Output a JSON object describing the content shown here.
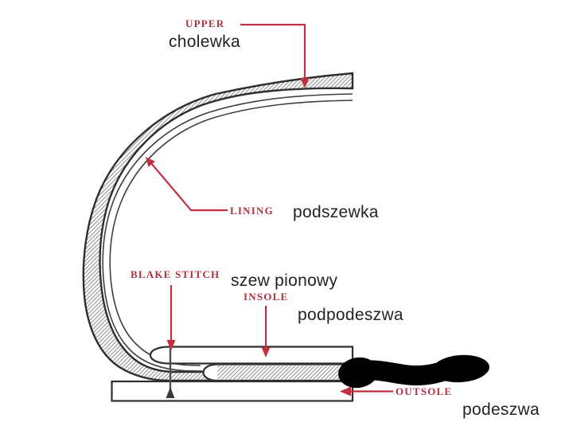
{
  "diagram": {
    "type": "shoe-construction-cross-section",
    "construction": "Blake stitch",
    "parts": {
      "upper": {
        "en": "UPPER",
        "pl": "cholewka"
      },
      "lining": {
        "en": "LINING",
        "pl": "podszewka"
      },
      "blake_stitch": {
        "en": "BLAKE STITCH",
        "pl": "szew pionowy"
      },
      "insole": {
        "en": "INSOLE",
        "pl": "podpodeszwa"
      },
      "outsole": {
        "en": "OUTSOLE",
        "pl": "podeszwa"
      }
    },
    "colors": {
      "label_red": "#ae3240",
      "arrow_red": "#c23040",
      "outline": "#2e2e2e",
      "hatch": "#8f8f8f",
      "text_black": "#232323",
      "redaction": "#000000",
      "background": "#ffffff"
    }
  }
}
